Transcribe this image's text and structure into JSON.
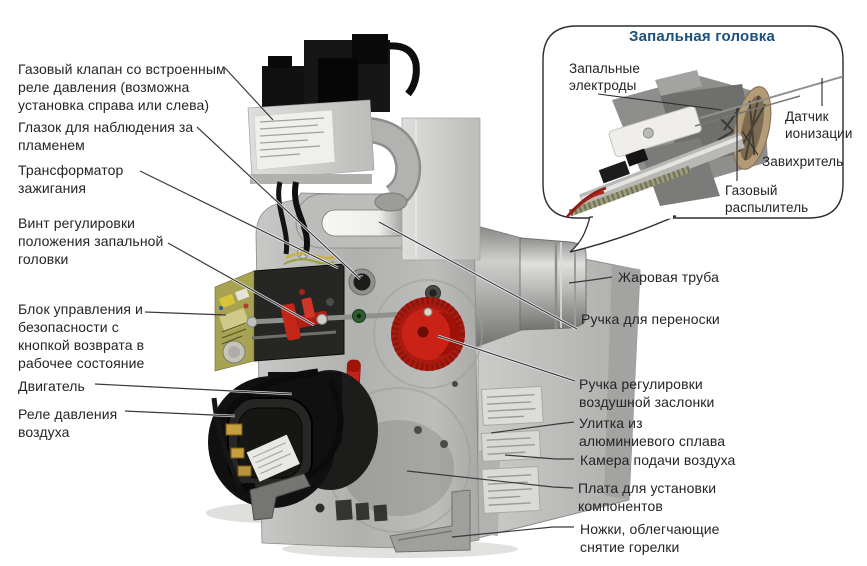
{
  "inset": {
    "title": "Запальная головка",
    "labels": [
      {
        "text": "Запальные\nэлектроды"
      },
      {
        "text": "Датчик\nионизации"
      },
      {
        "text": "Завихритель"
      },
      {
        "text": "Газовый\nраспылитель"
      }
    ]
  },
  "labels_left": [
    {
      "text": "Газовый клапан со встроенным\nреле давления (возможна\nустановка справа или слева)"
    },
    {
      "text": "Глазок для наблюдения за\nпламенем"
    },
    {
      "text": "Трансформатор\nзажигания"
    },
    {
      "text": "Винт регулировки\nположения запальной\nголовки"
    },
    {
      "text": "Блок управления и\nбезопасности с\nкнопкой возврата в\nрабочее состояние"
    },
    {
      "text": "Двигатель"
    },
    {
      "text": "Реле давления\nвоздуха"
    }
  ],
  "labels_right": [
    {
      "text": "Жаровая труба"
    },
    {
      "text": "Ручка для переноски"
    },
    {
      "text": "Ручка регулировки\nвоздушной заслонки"
    },
    {
      "text": "Улитка из\nалюминиевого сплава"
    },
    {
      "text": "Камера подачи воздуха"
    },
    {
      "text": "Плата для установки\nкомпонентов"
    },
    {
      "text": "Ножки, облегчающие\nснятие горелки"
    }
  ],
  "colors": {
    "background": "#ffffff",
    "label_text": "#242424",
    "leader_line": "#3a3a3a",
    "inset_title": "#1b4f7d",
    "inset_border": "#2b2b2b",
    "knob_red": "#cb2217",
    "lever_red": "#c5231a",
    "body_metal": "#b5b5b3",
    "motor_black": "#121212",
    "control_panel_green": "#a7a352",
    "brass": "#c39f3e"
  }
}
